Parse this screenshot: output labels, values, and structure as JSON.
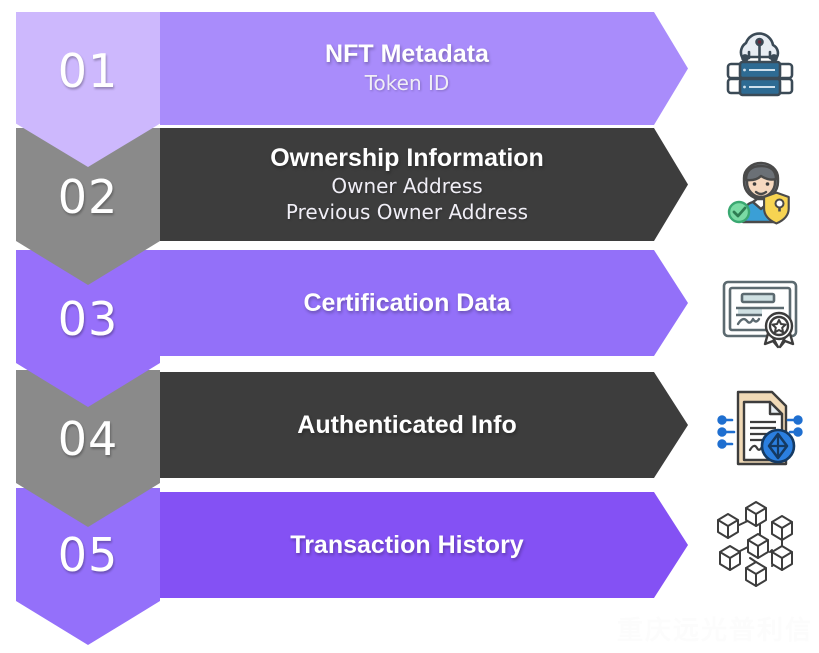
{
  "meta": {
    "watermark": "重庆远光普利信"
  },
  "palette": {
    "light_purple": "#cdb8fd",
    "mid_purple": "#a482fb",
    "purple": "#9370f9",
    "deep_purple": "#8b5cf6",
    "strong_purple": "#8451f4",
    "gray": "#8a8a8a",
    "dark": "#3d3d3d",
    "white": "#ffffff"
  },
  "steps": [
    {
      "number": "01",
      "title": "NFT Metadata",
      "sublines": [
        "Token ID"
      ],
      "icon": "cloud-database-icon",
      "band_color": "#cdb8fd",
      "arrow_color": "#a98cfb"
    },
    {
      "number": "02",
      "title": "Ownership Information",
      "sublines": [
        "Owner Address",
        "Previous Owner Address"
      ],
      "icon": "verified-user-shield-icon",
      "band_color": "#8a8a8a",
      "arrow_color": "#3d3d3d"
    },
    {
      "number": "03",
      "title": "Certification Data",
      "sublines": [],
      "icon": "certificate-award-icon",
      "band_color": "#9770fa",
      "arrow_color": "#9370f9"
    },
    {
      "number": "04",
      "title": "Authenticated Info",
      "sublines": [],
      "icon": "signed-document-blockchain-icon",
      "band_color": "#8a8a8a",
      "arrow_color": "#3d3d3d"
    },
    {
      "number": "05",
      "title": "Transaction History",
      "sublines": [],
      "icon": "blockchain-cubes-icon",
      "band_color": "#9470fa",
      "arrow_color": "#8451f4"
    }
  ]
}
